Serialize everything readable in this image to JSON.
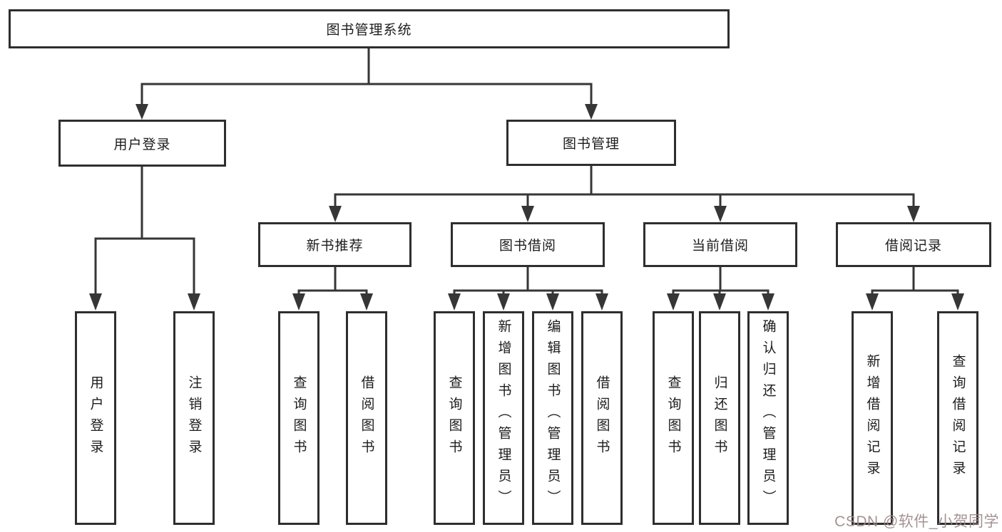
{
  "tree": {
    "root": {
      "label": "图书管理系统",
      "children": [
        {
          "label": "用户登录",
          "children": [
            {
              "label": "用户登录"
            },
            {
              "label": "注销登录"
            }
          ]
        },
        {
          "label": "图书管理",
          "children": [
            {
              "label": "新书推荐",
              "children": [
                {
                  "label": "查询图书"
                },
                {
                  "label": "借阅图书"
                }
              ]
            },
            {
              "label": "图书借阅",
              "children": [
                {
                  "label": "查询图书"
                },
                {
                  "label": "新增图书（管理员）"
                },
                {
                  "label": "编辑图书（管理员）"
                },
                {
                  "label": "借阅图书"
                }
              ]
            },
            {
              "label": "当前借阅",
              "children": [
                {
                  "label": "查询图书"
                },
                {
                  "label": "归还图书"
                },
                {
                  "label": "确认归还（管理员）"
                }
              ]
            },
            {
              "label": "借阅记录",
              "children": [
                {
                  "label": "新增借阅记录"
                },
                {
                  "label": "查询借阅记录"
                }
              ]
            }
          ]
        }
      ]
    }
  },
  "watermark": {
    "text": "CSDN @软件_小贺同学",
    "color": "#9b8888"
  },
  "colors": {
    "line": "#363636",
    "box_border": "#2e2e2e",
    "box_fill": "#ffffff",
    "text": "#1c1c1c",
    "background": "#ffffff"
  }
}
